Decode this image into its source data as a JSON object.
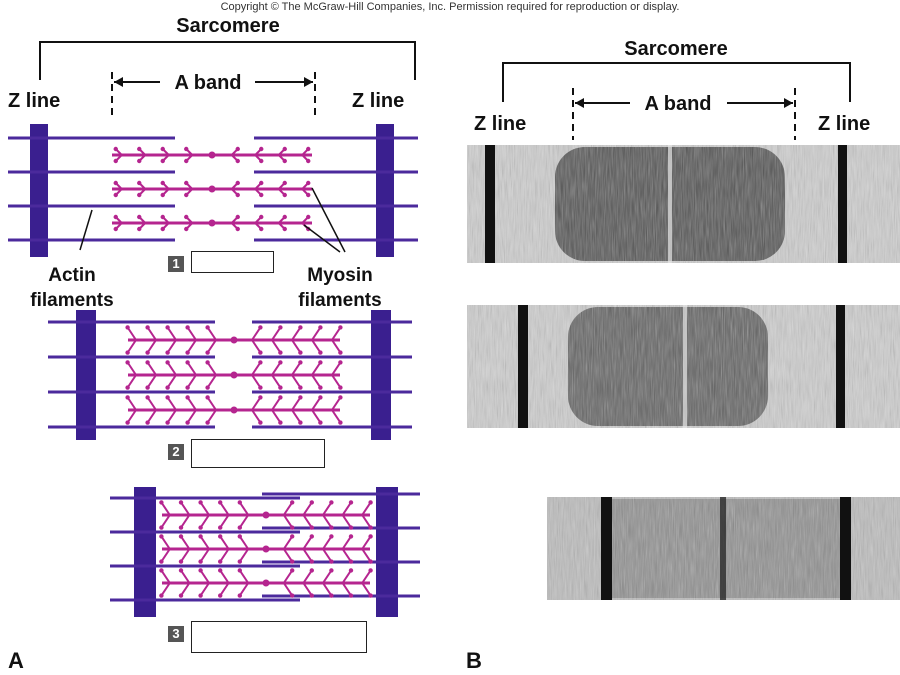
{
  "copyright": "Copyright © The McGraw-Hill Companies, Inc. Permission required for reproduction or display.",
  "panel_a": {
    "letter": "A",
    "sarcomere_label": "Sarcomere",
    "a_band_label": "A band",
    "z_line_left": "Z line",
    "z_line_right": "Z line",
    "actin_label_line1": "Actin",
    "actin_label_line2": "filaments",
    "myosin_label_line1": "Myosin",
    "myosin_label_line2": "filaments",
    "stages": [
      {
        "number": "1",
        "answer": ""
      },
      {
        "number": "2",
        "answer": ""
      },
      {
        "number": "3",
        "answer": ""
      }
    ]
  },
  "panel_b": {
    "letter": "B",
    "sarcomere_label": "Sarcomere",
    "a_band_label": "A band",
    "z_line_left": "Z line",
    "z_line_right": "Z line"
  },
  "colors": {
    "z_disc": "#3a1f8f",
    "actin": "#4b2a9c",
    "myosin": "#b5258f",
    "text": "#111111"
  }
}
